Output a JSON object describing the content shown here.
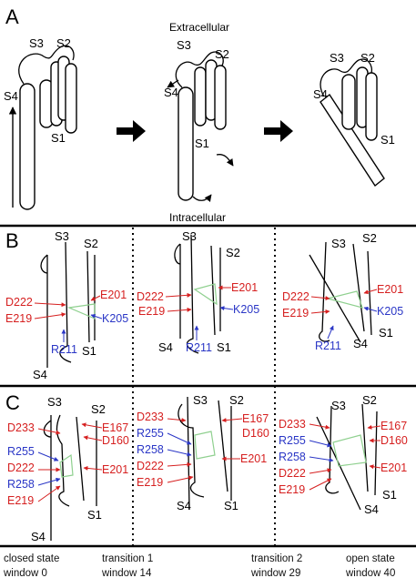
{
  "panels": {
    "a": {
      "letter": "A",
      "extracellular": "Extracellular",
      "intracellular": "Intracellular",
      "segments": [
        "S3",
        "S2",
        "S4",
        "S1"
      ]
    },
    "b": {
      "letter": "B",
      "segments": [
        "S3",
        "S2",
        "S4",
        "S1"
      ],
      "residues_red": [
        "D222",
        "E219",
        "E201"
      ],
      "residues_blue": [
        "K205",
        "R211"
      ]
    },
    "c": {
      "letter": "C",
      "segments": [
        "S3",
        "S2",
        "S4",
        "S1"
      ],
      "residues_red": [
        "D233",
        "D222",
        "E219",
        "E167",
        "D160",
        "E201"
      ],
      "residues_blue": [
        "R255",
        "R258"
      ]
    }
  },
  "states": [
    {
      "name": "closed state",
      "window": "window 0"
    },
    {
      "name": "transition 1",
      "window": "window 14"
    },
    {
      "name": "transition 2",
      "window": "window 29"
    },
    {
      "name": "open state",
      "window": "window 40"
    }
  ],
  "colors": {
    "acidic": "#d62020",
    "basic": "#2a36c6",
    "bond": "#8fd08f"
  }
}
